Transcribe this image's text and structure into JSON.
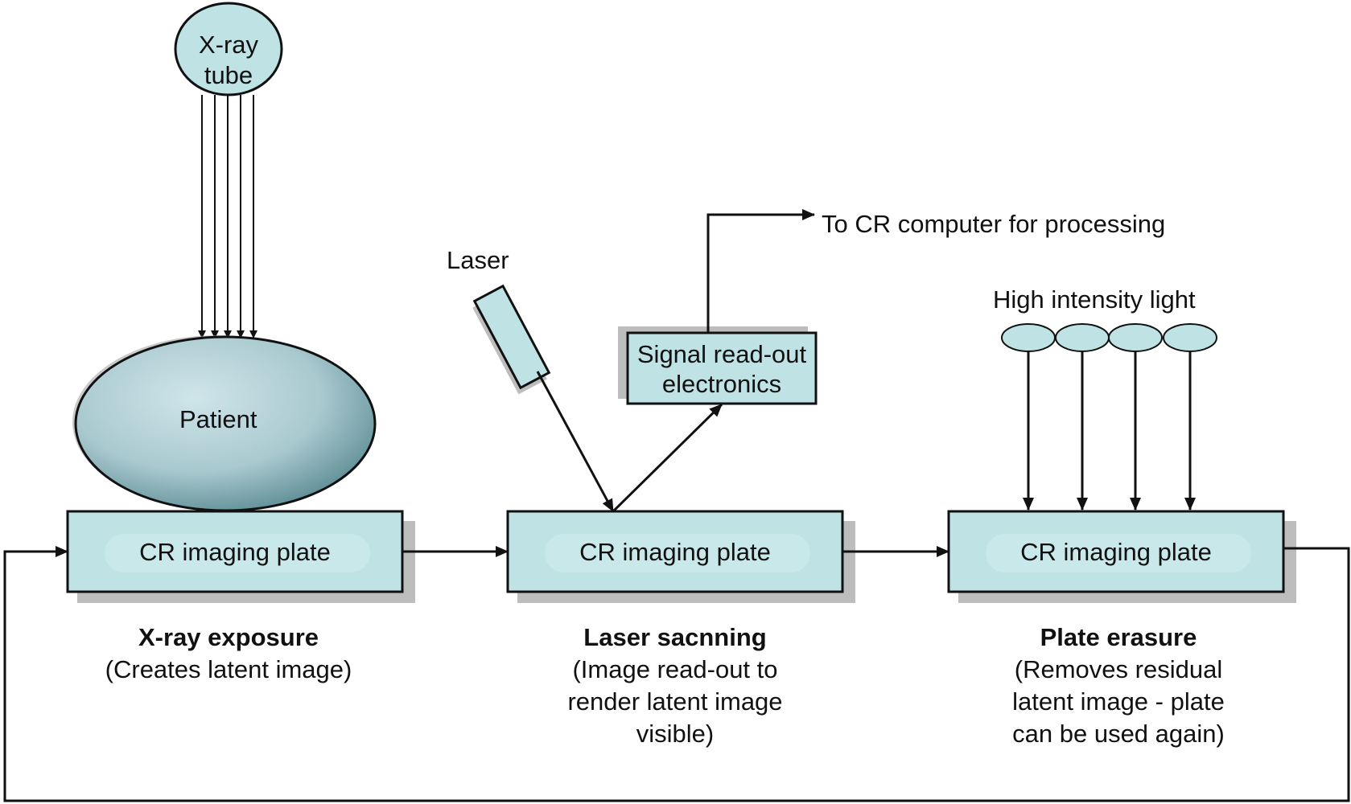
{
  "components": {
    "xray_tube": "X-ray\ntube",
    "patient": "Patient",
    "laser": "Laser",
    "signal_readout": "Signal read-out\nelectronics",
    "to_computer": "To CR computer for processing",
    "high_intensity_light": "High intensity light"
  },
  "plates": [
    {
      "label": "CR imaging plate"
    },
    {
      "label": "CR imaging plate"
    },
    {
      "label": "CR imaging plate"
    }
  ],
  "stages": [
    {
      "title": "X-ray exposure",
      "description": "(Creates latent image)"
    },
    {
      "title": "Laser sacnning",
      "description": "(Image read-out to\nrender latent image\nvisible)"
    },
    {
      "title": "Plate erasure",
      "description": "(Removes residual\nlatent image - plate\ncan be used again)"
    }
  ],
  "colors": {
    "fill": "#bfe3e5",
    "stroke": "#111111",
    "shadow": "#bdbdbd"
  }
}
